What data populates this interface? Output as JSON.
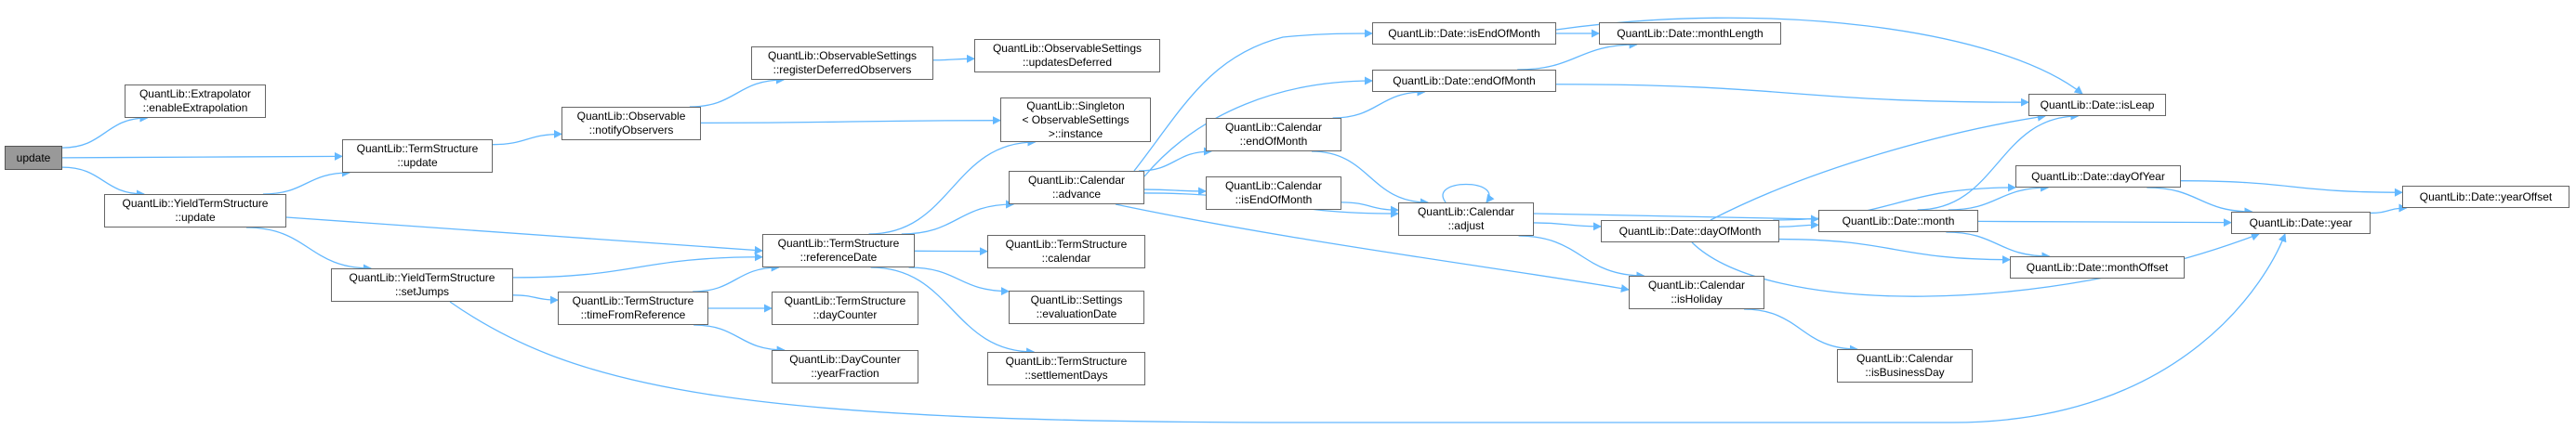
{
  "graph": {
    "nodes": [
      {
        "id": "update",
        "lines": [
          "update"
        ],
        "root": true
      },
      {
        "id": "extrapolator",
        "lines": [
          "QuantLib::Extrapolator",
          "::enableExtrapolation"
        ]
      },
      {
        "id": "yts_update",
        "lines": [
          "QuantLib::YieldTermStructure",
          "::update"
        ]
      },
      {
        "id": "ts_update",
        "lines": [
          "QuantLib::TermStructure",
          "::update"
        ]
      },
      {
        "id": "yts_setjumps",
        "lines": [
          "QuantLib::YieldTermStructure",
          "::setJumps"
        ]
      },
      {
        "id": "obs_notify",
        "lines": [
          "QuantLib::Observable",
          "::notifyObservers"
        ]
      },
      {
        "id": "ts_timefromref",
        "lines": [
          "QuantLib::TermStructure",
          "::timeFromReference"
        ]
      },
      {
        "id": "ts_refdate",
        "lines": [
          "QuantLib::TermStructure",
          "::referenceDate"
        ]
      },
      {
        "id": "ts_daycounter",
        "lines": [
          "QuantLib::TermStructure",
          "::dayCounter"
        ]
      },
      {
        "id": "dc_yearfraction",
        "lines": [
          "QuantLib::DayCounter",
          "::yearFraction"
        ]
      },
      {
        "id": "obs_settings_reg",
        "lines": [
          "QuantLib::ObservableSettings",
          "::registerDeferredObservers"
        ]
      },
      {
        "id": "obs_settings_upd",
        "lines": [
          "QuantLib::ObservableSettings",
          "::updatesDeferred"
        ]
      },
      {
        "id": "singleton",
        "lines": [
          "QuantLib::Singleton",
          "< ObservableSettings",
          ">::instance"
        ]
      },
      {
        "id": "cal_advance",
        "lines": [
          "QuantLib::Calendar",
          "::advance"
        ]
      },
      {
        "id": "ts_calendar",
        "lines": [
          "QuantLib::TermStructure",
          "::calendar"
        ]
      },
      {
        "id": "settings_evaldate",
        "lines": [
          "QuantLib::Settings",
          "::evaluationDate"
        ]
      },
      {
        "id": "ts_settledays",
        "lines": [
          "QuantLib::TermStructure",
          "::settlementDays"
        ]
      },
      {
        "id": "cal_endofmonth",
        "lines": [
          "QuantLib::Calendar",
          "::endOfMonth"
        ]
      },
      {
        "id": "cal_isendofmonth",
        "lines": [
          "QuantLib::Calendar",
          "::isEndOfMonth"
        ]
      },
      {
        "id": "date_isendofmonth",
        "lines": [
          "QuantLib::Date::isEndOfMonth"
        ]
      },
      {
        "id": "date_endofmonth",
        "lines": [
          "QuantLib::Date::endOfMonth"
        ]
      },
      {
        "id": "date_monthlength",
        "lines": [
          "QuantLib::Date::monthLength"
        ]
      },
      {
        "id": "cal_adjust",
        "lines": [
          "QuantLib::Calendar",
          "::adjust"
        ]
      },
      {
        "id": "date_dayofmonth",
        "lines": [
          "QuantLib::Date::dayOfMonth"
        ]
      },
      {
        "id": "cal_isholiday",
        "lines": [
          "QuantLib::Calendar",
          "::isHoliday"
        ]
      },
      {
        "id": "cal_isbusinessday",
        "lines": [
          "QuantLib::Calendar",
          "::isBusinessDay"
        ]
      },
      {
        "id": "date_month",
        "lines": [
          "QuantLib::Date::month"
        ]
      },
      {
        "id": "date_isleap",
        "lines": [
          "QuantLib::Date::isLeap"
        ]
      },
      {
        "id": "date_dayofyear",
        "lines": [
          "QuantLib::Date::dayOfYear"
        ]
      },
      {
        "id": "date_monthoffset",
        "lines": [
          "QuantLib::Date::monthOffset"
        ]
      },
      {
        "id": "date_year",
        "lines": [
          "QuantLib::Date::year"
        ]
      },
      {
        "id": "date_yearoffset",
        "lines": [
          "QuantLib::Date::yearOffset"
        ]
      }
    ],
    "edges": [
      [
        "update",
        "extrapolator"
      ],
      [
        "update",
        "ts_update"
      ],
      [
        "update",
        "yts_update"
      ],
      [
        "yts_update",
        "ts_update"
      ],
      [
        "yts_update",
        "ts_refdate"
      ],
      [
        "yts_update",
        "yts_setjumps"
      ],
      [
        "ts_update",
        "obs_notify"
      ],
      [
        "obs_notify",
        "obs_settings_reg"
      ],
      [
        "obs_notify",
        "singleton"
      ],
      [
        "obs_settings_reg",
        "obs_settings_upd"
      ],
      [
        "yts_setjumps",
        "ts_refdate"
      ],
      [
        "yts_setjumps",
        "ts_timefromref"
      ],
      [
        "yts_setjumps",
        "date_year"
      ],
      [
        "ts_timefromref",
        "ts_refdate"
      ],
      [
        "ts_timefromref",
        "ts_daycounter"
      ],
      [
        "ts_timefromref",
        "dc_yearfraction"
      ],
      [
        "ts_refdate",
        "singleton"
      ],
      [
        "ts_refdate",
        "cal_advance"
      ],
      [
        "ts_refdate",
        "ts_calendar"
      ],
      [
        "ts_refdate",
        "settings_evaldate"
      ],
      [
        "ts_refdate",
        "ts_settledays"
      ],
      [
        "cal_advance",
        "date_isendofmonth"
      ],
      [
        "cal_advance",
        "date_endofmonth"
      ],
      [
        "cal_advance",
        "cal_endofmonth"
      ],
      [
        "cal_advance",
        "cal_isendofmonth"
      ],
      [
        "cal_advance",
        "cal_adjust"
      ],
      [
        "cal_advance",
        "cal_isholiday"
      ],
      [
        "cal_endofmonth",
        "date_endofmonth"
      ],
      [
        "cal_endofmonth",
        "cal_adjust"
      ],
      [
        "cal_isendofmonth",
        "cal_adjust"
      ],
      [
        "cal_adjust",
        "cal_adjust"
      ],
      [
        "cal_adjust",
        "date_dayofmonth"
      ],
      [
        "cal_adjust",
        "date_month"
      ],
      [
        "cal_adjust",
        "cal_isholiday"
      ],
      [
        "date_isendofmonth",
        "date_monthlength"
      ],
      [
        "date_isendofmonth",
        "date_isleap"
      ],
      [
        "date_endofmonth",
        "date_monthlength"
      ],
      [
        "date_endofmonth",
        "date_isleap"
      ],
      [
        "date_dayofmonth",
        "date_dayofyear"
      ],
      [
        "date_dayofmonth",
        "date_isleap"
      ],
      [
        "date_dayofmonth",
        "date_month"
      ],
      [
        "date_dayofmonth",
        "date_monthoffset"
      ],
      [
        "date_dayofmonth",
        "date_year"
      ],
      [
        "date_month",
        "date_isleap"
      ],
      [
        "date_month",
        "date_dayofyear"
      ],
      [
        "date_month",
        "date_year"
      ],
      [
        "date_month",
        "date_monthoffset"
      ],
      [
        "date_dayofyear",
        "date_year"
      ],
      [
        "date_dayofyear",
        "date_yearoffset"
      ],
      [
        "date_year",
        "date_yearoffset"
      ],
      [
        "cal_isholiday",
        "cal_isbusinessday"
      ]
    ]
  },
  "colors": {
    "edge": "#63b8ff",
    "node_border": "#666666",
    "root_fill": "#999999",
    "node_fill": "#ffffff"
  }
}
